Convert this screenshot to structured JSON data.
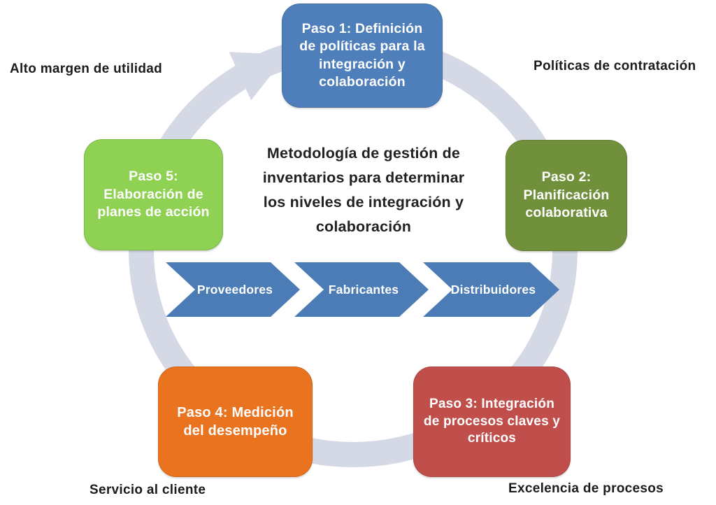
{
  "title": "Metodología de gestión de\ninventarios para determinar\nlos niveles de integración y\ncolaboración",
  "steps": [
    {
      "id": "paso-1",
      "label": "Paso 1: Definición\nde políticas para la\nintegración y\ncolaboración",
      "color": "#4e7fba"
    },
    {
      "id": "paso-2",
      "label": "Paso 2:\nPlanificación\ncolaborativa",
      "color": "#70903c"
    },
    {
      "id": "paso-3",
      "label": "Paso 3: Integración\nde procesos claves y\ncríticos",
      "color": "#c04f4b"
    },
    {
      "id": "paso-4",
      "label": "Paso 4: Medición\ndel desempeño",
      "color": "#e9731e"
    },
    {
      "id": "paso-5",
      "label": "Paso 5:\nElaboración de\nplanes de acción",
      "color": "#8ed153"
    }
  ],
  "chevrons": [
    {
      "label": "Proveedores"
    },
    {
      "label": "Fabricantes"
    },
    {
      "label": "Distribuidores"
    }
  ],
  "corner_labels": {
    "top_left": "Alto margen de utilidad",
    "top_right": "Políticas de contratación",
    "bottom_left": "Servicio al cliente",
    "bottom_right": "Excelencia de procesos"
  },
  "colors": {
    "ring": "#d5d8e5",
    "chevron": "#4b7cb6",
    "title_text": "#212121",
    "label_text": "#1c1c1c"
  }
}
